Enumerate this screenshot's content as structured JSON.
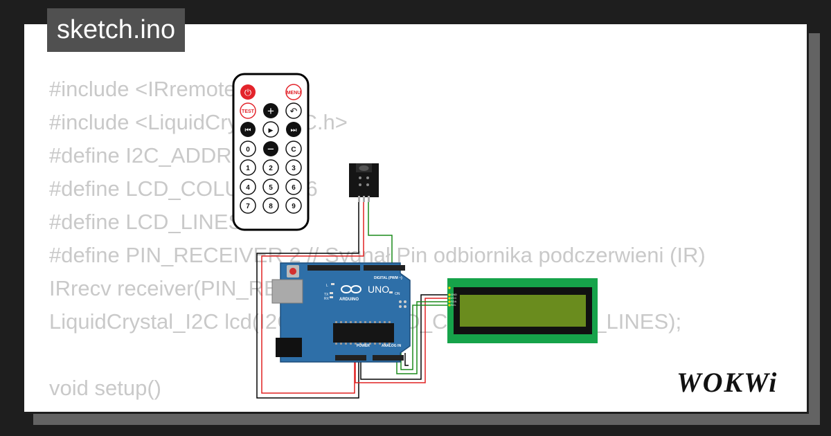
{
  "title": "sketch.ino",
  "code_lines": [
    "#include <IRremote.h>",
    "#include <LiquidCrystal_I2C.h>",
    "#define I2C_ADDR 0x27",
    "#define LCD_COLUMNS 16",
    "#define LCD_LINES 2",
    "#define PIN_RECEIVER 2 // Sygnał Pin odbiornika podczerwieni (IR)",
    "IRrecv receiver(PIN_RECEIVER);",
    "LiquidCrystal_I2C lcd(I2C_ADDR, LCD_COLUMNS, LCD_LINES);",
    "",
    "void setup()",
    "{"
  ],
  "remote": {
    "buttons": [
      "⏻",
      "MENU",
      "TEST",
      "+",
      "↶",
      "⏮",
      "▶",
      "⏭",
      "0",
      "−",
      "C",
      "1",
      "2",
      "3",
      "4",
      "5",
      "6",
      "7",
      "8",
      "9"
    ]
  },
  "arduino": {
    "label": "UNO",
    "brand": "ARDUINO",
    "digital_label": "DIGITAL (PWM ~)",
    "power_label": "POWER",
    "analog_label": "ANALOG IN",
    "on_label": "ON",
    "tx_label": "TX",
    "rx_label": "RX",
    "l_label": "L"
  },
  "lcd": {
    "pins": [
      "GND",
      "VCC",
      "SDA",
      "SCL"
    ]
  },
  "logo_text": "WOKWi",
  "colors": {
    "background": "#1e1e1e",
    "card": "#ffffff",
    "code_text": "#c9c9c9",
    "title_bg": "#505050",
    "arduino_board": "#2e6fa8",
    "lcd_pcb": "#16a34a",
    "lcd_screen": "#6a8c1e",
    "wire_red": "#e02020",
    "wire_green": "#1a8a1a",
    "wire_black": "#000000"
  }
}
